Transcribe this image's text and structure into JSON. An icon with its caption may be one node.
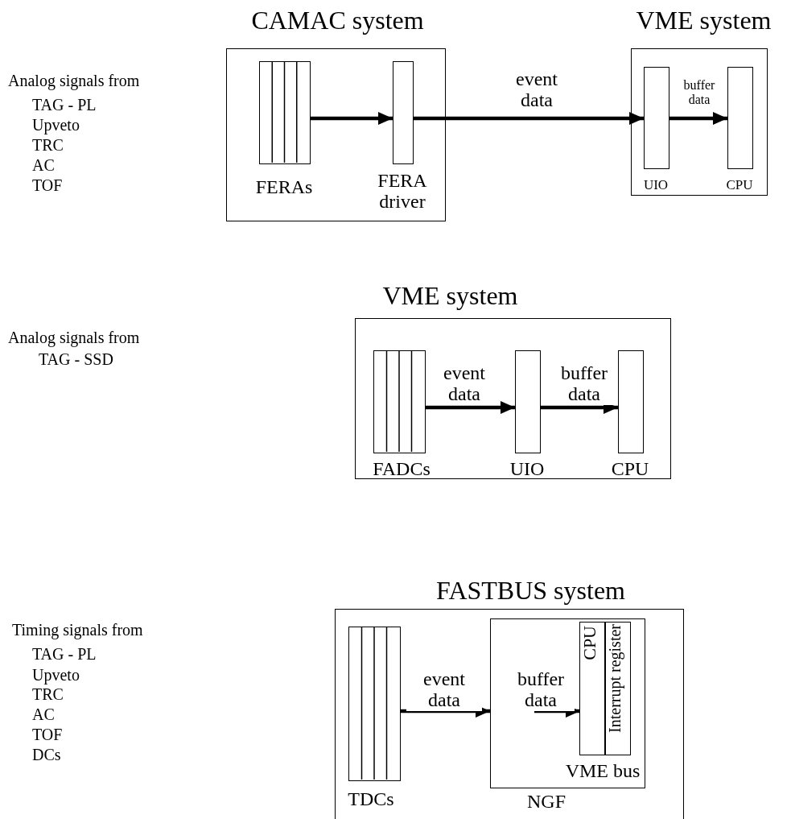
{
  "diagram": {
    "nodes": [
      {
        "text": [
          "CAMAC system"
        ]
      },
      {
        "text": [
          "FERAs"
        ],
        "in": 0
      },
      {
        "text": [
          "FERA driver"
        ],
        "in": 0
      },
      {
        "text": [
          "VME system"
        ]
      },
      {
        "text": [
          "UIO"
        ],
        "in": 3
      },
      {
        "text": [
          "CPU"
        ],
        "in": 3
      },
      {
        "text": [
          "VME system"
        ]
      },
      {
        "text": [
          "FADCs"
        ],
        "in": 6
      },
      {
        "text": [
          "UIO"
        ],
        "in": 6
      },
      {
        "text": [
          "CPU"
        ],
        "in": 6
      },
      {
        "text": [
          "FASTBUS system"
        ]
      },
      {
        "text": [
          "TDCs"
        ],
        "in": 10
      },
      {
        "text": [
          "VME bus",
          "NGF"
        ],
        "in": 10
      },
      {
        "text": [
          "CPU"
        ],
        "in": 12
      },
      {
        "text": [
          "Interrupt register"
        ],
        "in": 12
      }
    ],
    "edges": [
      {
        "from": 1,
        "to": 2,
        "arrow": "to"
      },
      {
        "from": 2,
        "to": 4,
        "arrow": "to",
        "label": "event data"
      },
      {
        "from": 4,
        "to": 5,
        "arrow": "to",
        "label": "buffer data"
      },
      {
        "from": 7,
        "to": 8,
        "arrow": "to",
        "label": "event data"
      },
      {
        "from": 8,
        "to": 9,
        "arrow": "to",
        "label": "buffer data"
      },
      {
        "from": 11,
        "to": 12,
        "arrow": "to",
        "label": "event data"
      },
      {
        "from": null,
        "to": 13,
        "arrow": "to",
        "label": "buffer data"
      }
    ],
    "labels": [
      "Analog signals from",
      "TAG - PL",
      "Upveto",
      "TRC",
      "AC",
      "TOF",
      "Analog signals from",
      "TAG - SSD",
      "Timing signals from",
      "TAG - PL",
      "Upveto",
      "TRC",
      "AC",
      "TOF",
      "DCs"
    ]
  }
}
